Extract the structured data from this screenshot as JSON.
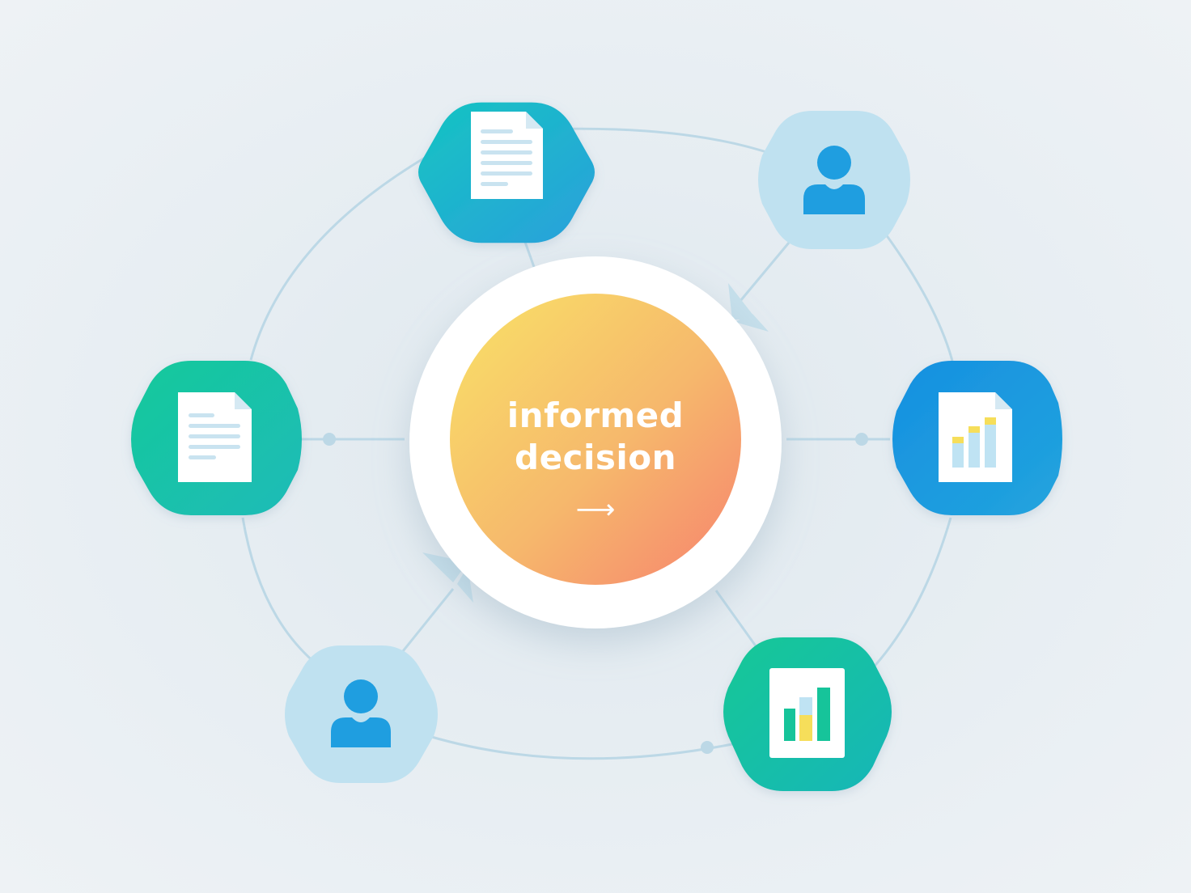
{
  "center": {
    "label_line1": "informed",
    "label_line2": "decision",
    "arrow_icon": "arrow-right-icon",
    "gradient": [
      "#f9e267",
      "#f4a36c",
      "#f7826e"
    ]
  },
  "nodes": [
    {
      "name": "node-document-top",
      "icon": "document-icon",
      "fill": [
        "#15c4c2",
        "#2aa7df"
      ]
    },
    {
      "name": "node-user-top-right",
      "icon": "user-icon",
      "fill": [
        "#bfe1f0",
        "#bfe1f0"
      ]
    },
    {
      "name": "node-chart-document-right",
      "icon": "chart-document-icon",
      "fill": [
        "#1a8fe0",
        "#2aa7df"
      ]
    },
    {
      "name": "node-chart-bottom-right",
      "icon": "bar-chart-icon",
      "fill": [
        "#17c9a0",
        "#16b8b6"
      ]
    },
    {
      "name": "node-user-bottom-left",
      "icon": "user-icon",
      "fill": [
        "#bfe1f0",
        "#bfe1f0"
      ]
    },
    {
      "name": "node-document-left",
      "icon": "document-icon",
      "fill": [
        "#17c9a0",
        "#1bbdb5"
      ]
    }
  ],
  "colors": {
    "ring_line": "#bcd8e6",
    "icon_blue": "#1f9ee0",
    "paper": "#ffffff",
    "paper_lines": "#c9e3f0",
    "bar_light": "#bfe3f3",
    "bar_yellow": "#f6de5a",
    "bar_green": "#17c49a"
  }
}
